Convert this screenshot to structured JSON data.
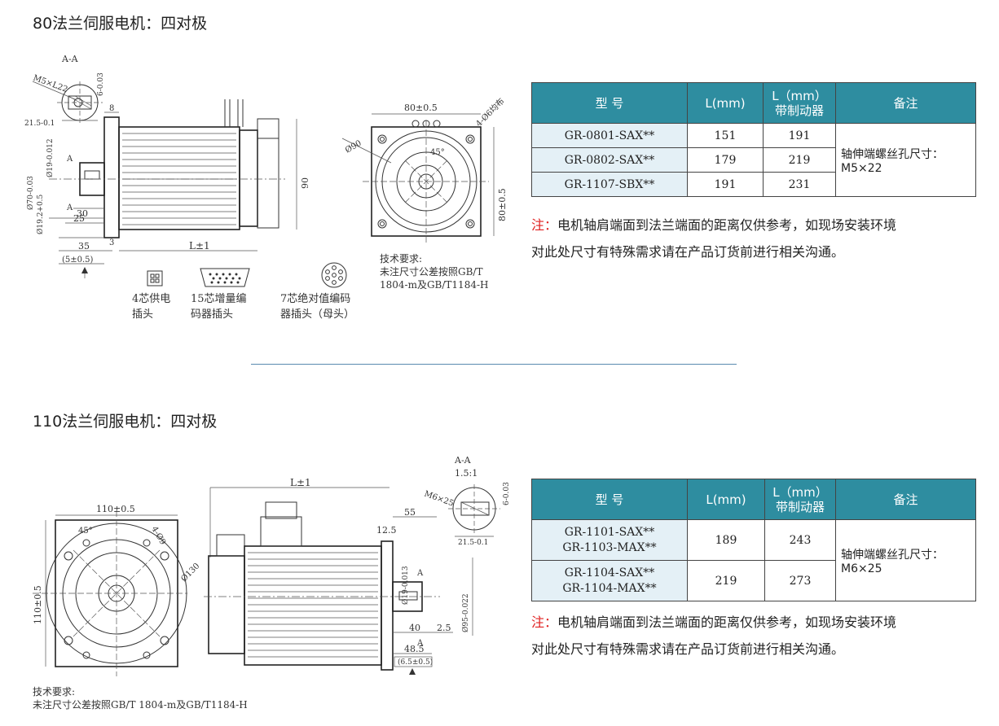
{
  "section1": {
    "title": "80法兰伺服电机：四对极",
    "table": {
      "headers": [
        "型 号",
        "L(mm)",
        "L（mm）",
        "带制动器",
        "备注"
      ],
      "rows": [
        {
          "model": "GR-0801-SAX**",
          "l": "151",
          "lb": "191"
        },
        {
          "model": "GR-0802-SAX**",
          "l": "179",
          "lb": "219"
        },
        {
          "model": "GR-1107-SBX**",
          "l": "191",
          "lb": "231"
        }
      ],
      "remark_line1": "轴伸端螺丝孔尺寸：",
      "remark_line2": "M5×22"
    },
    "note_prefix": "注：",
    "note_line1": "电机轴肩端面到法兰端面的距离仅供参考，如现场安装环境",
    "note_line2": "对此处尺寸有特殊需求请在产品订货前进行相关沟通。",
    "tech_title": "技术要求:",
    "tech_line1": "未注尺寸公差按照GB/T",
    "tech_line2": "1804-m及GB/T1184-H",
    "connectors": [
      {
        "line1": "4芯供电",
        "line2": "插头"
      },
      {
        "line1": "15芯增量编",
        "line2": "码器插头"
      },
      {
        "line1": "7芯绝对值编码",
        "line2": "器插头（母头）"
      }
    ],
    "dims": {
      "aa": "A-A",
      "m5": "M5×L22",
      "d6": "6-0.03",
      "d215": "21.5-0.1",
      "d8": "8",
      "d19": "Ø19-0.012",
      "d70": "Ø70-0.03",
      "d192": "Ø19.2+0.5",
      "d30": "30",
      "d25": "25",
      "d35": "35",
      "d3": "3",
      "d55": "(5±0.5)",
      "l1": "L±1",
      "d90": "90",
      "f80": "80±0.5",
      "f80v": "80±0.5",
      "holes": "4-Ø6均布",
      "phi90": "Ø90",
      "deg45": "45°",
      "a1": "A",
      "a2": "A"
    }
  },
  "section2": {
    "title": "110法兰伺服电机：四对极",
    "table": {
      "headers": [
        "型 号",
        "L(mm)",
        "L（mm）",
        "带制动器",
        "备注"
      ],
      "rows": [
        {
          "model1": "GR-1101-SAX**",
          "model2": "GR-1103-MAX**",
          "l": "189",
          "lb": "243"
        },
        {
          "model1": "GR-1104-SAX**",
          "model2": "GR-1104-MAX**",
          "l": "219",
          "lb": "273"
        }
      ],
      "remark_line1": "轴伸端螺丝孔尺寸：",
      "remark_line2": "M6×25"
    },
    "note_prefix": "注：",
    "note_line1": "电机轴肩端面到法兰端面的距离仅供参考，如现场安装环境",
    "note_line2": "对此处尺寸有特殊需求请在产品订货前进行相关沟通。",
    "tech_title": "技术要求:",
    "tech_line1": "未注尺寸公差按照GB/T 1804-m及GB/T1184-H",
    "dims": {
      "aa": "A-A",
      "scale": "1.5:1",
      "m6": "M6×25",
      "d6": "6-0.03",
      "d215": "21.5-0.1",
      "l1": "L±1",
      "d55": "55",
      "d125": "12.5",
      "d19": "Ø19-0.013",
      "d95": "Ø95-0.022",
      "d40": "40",
      "d25": "2.5",
      "d485": "48.5",
      "d65": "(6.5±0.5)",
      "f110": "110±0.5",
      "f110v": "110±0.5",
      "holes": "4-Ø9",
      "deg45": "45°",
      "phi130": "Ø130",
      "a1": "A",
      "a2": "A"
    }
  }
}
